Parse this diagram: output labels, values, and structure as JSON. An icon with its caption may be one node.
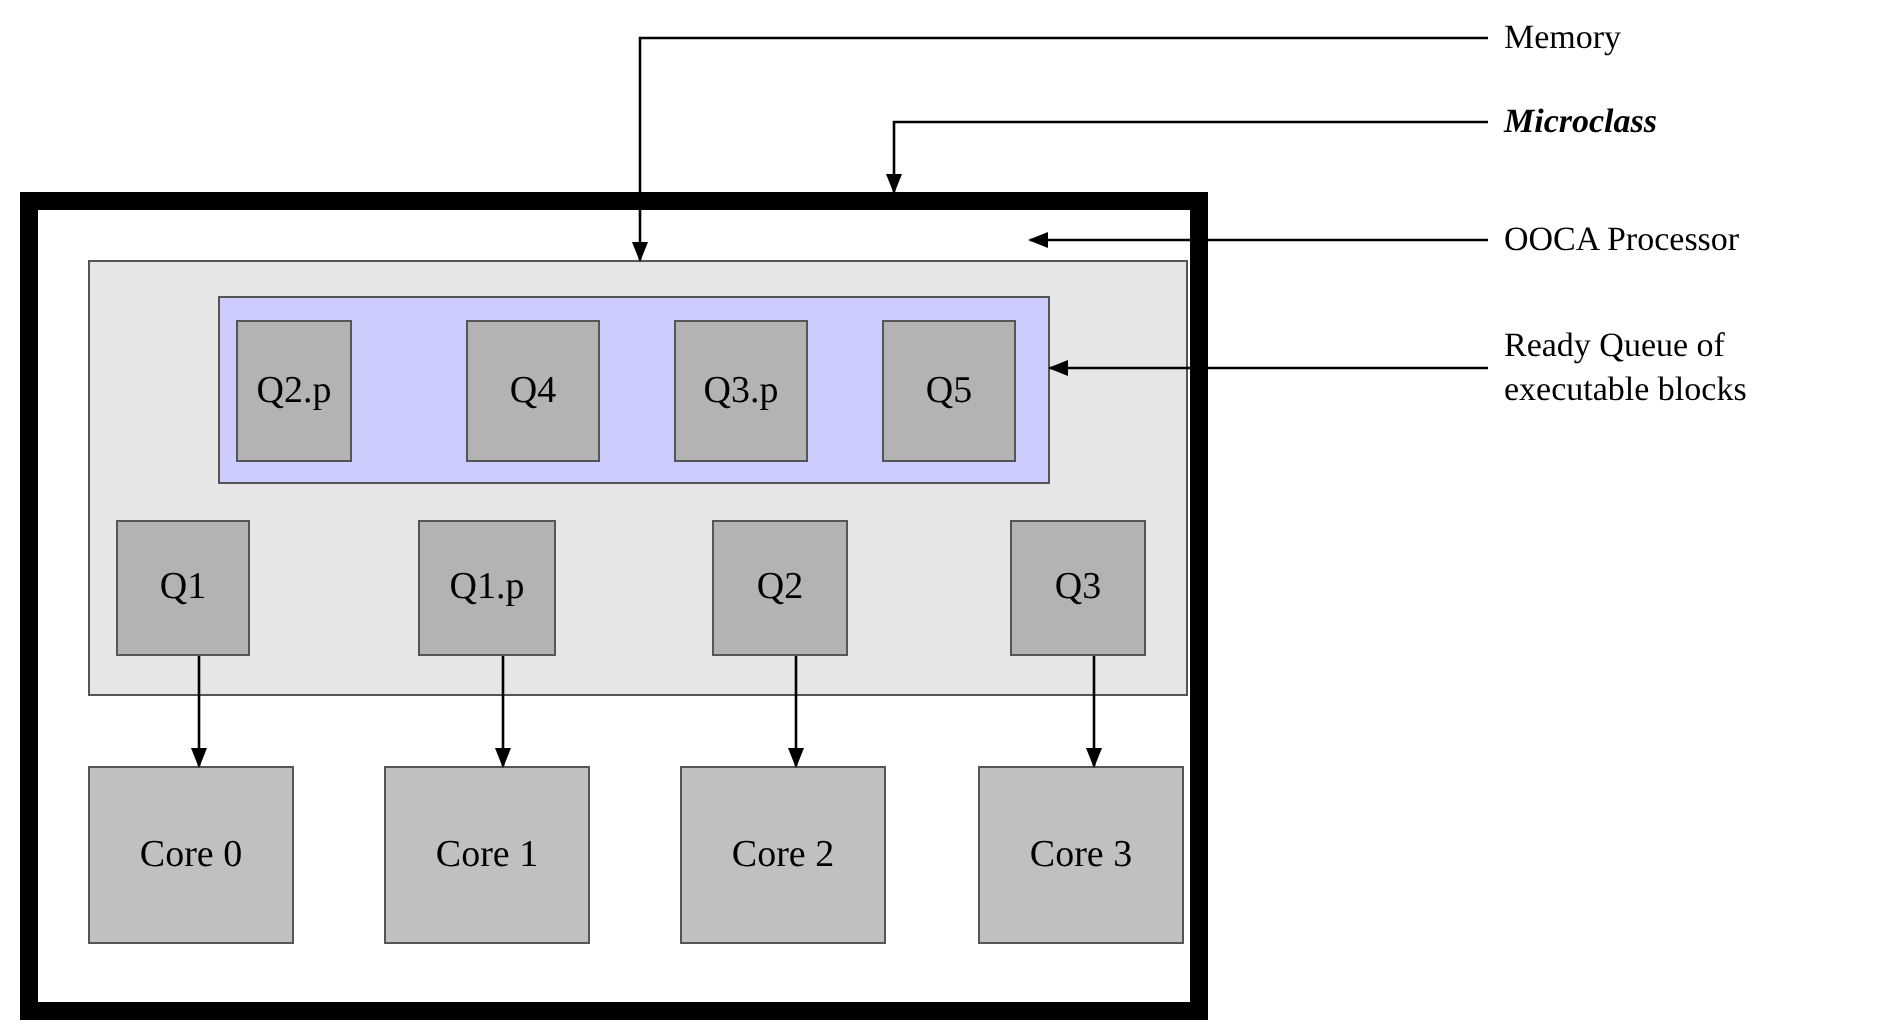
{
  "diagram": {
    "nodes": [
      {
        "text": [
          "Memory"
        ]
      },
      {
        "text": [
          "Microclass"
        ]
      },
      {
        "text": [
          "OOCA Processor"
        ]
      },
      {
        "text": [
          "Ready Queue of executable blocks"
        ]
      },
      {
        "text": [],
        "shape": "box"
      },
      {
        "text": [],
        "shape": "box",
        "in": 4
      },
      {
        "text": [],
        "shape": "box",
        "in": 5
      },
      {
        "text": [
          "Q2.p"
        ],
        "in": 6
      },
      {
        "text": [
          "Q4"
        ],
        "in": 6
      },
      {
        "text": [
          "Q3.p"
        ],
        "in": 6
      },
      {
        "text": [
          "Q5"
        ],
        "in": 6
      },
      {
        "text": [
          "Q1"
        ],
        "in": 5
      },
      {
        "text": [
          "Q1.p"
        ],
        "in": 5
      },
      {
        "text": [
          "Q2"
        ],
        "in": 5
      },
      {
        "text": [
          "Q3"
        ],
        "in": 5
      },
      {
        "text": [
          "Core 0"
        ],
        "in": 4
      },
      {
        "text": [
          "Core 1"
        ],
        "in": 4
      },
      {
        "text": [
          "Core 2"
        ],
        "in": 4
      },
      {
        "text": [
          "Core 3"
        ],
        "in": 4
      }
    ],
    "edges": [
      {
        "from": 0,
        "to": 5,
        "arrow": "to"
      },
      {
        "from": 1,
        "to": 4,
        "arrow": "to"
      },
      {
        "from": 2,
        "to": 4,
        "arrow": "to"
      },
      {
        "from": 3,
        "to": 6,
        "arrow": "to"
      },
      {
        "from": 11,
        "to": 15,
        "arrow": "to"
      },
      {
        "from": 12,
        "to": 16,
        "arrow": "to"
      },
      {
        "from": 13,
        "to": 17,
        "arrow": "to"
      },
      {
        "from": 14,
        "to": 18,
        "arrow": "to"
      }
    ]
  }
}
